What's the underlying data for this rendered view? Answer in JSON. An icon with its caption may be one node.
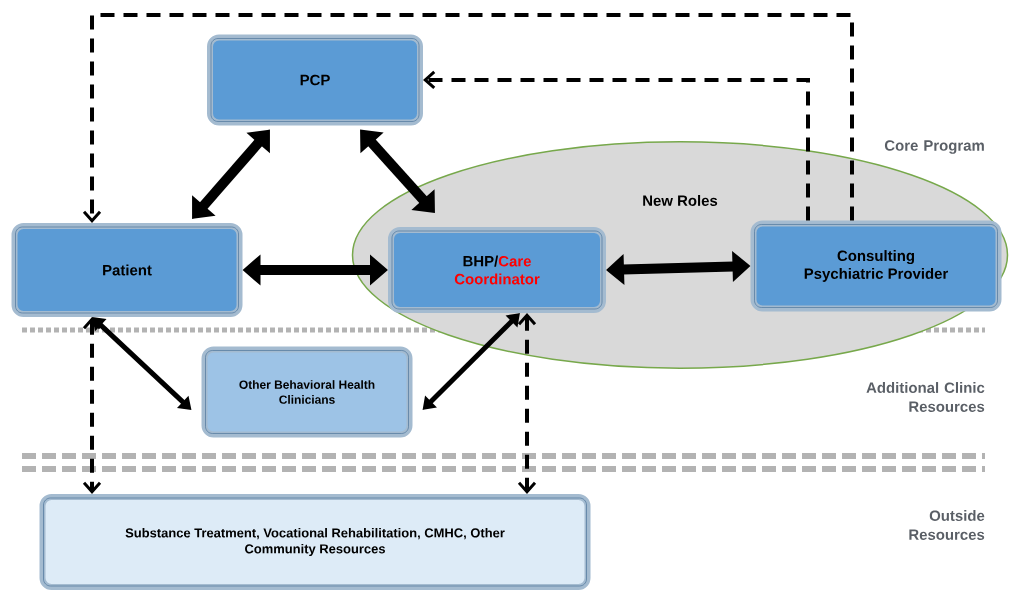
{
  "diagram": {
    "nodes": [
      {
        "text": [
          "PCP"
        ]
      },
      {
        "text": [
          "Patient"
        ]
      },
      {
        "text": [
          "New Roles"
        ]
      },
      {
        "text": [
          "BHP/",
          "Care Coordinator"
        ],
        "in": 2
      },
      {
        "text": [
          "Consulting Psychiatric Provider"
        ],
        "in": 2
      },
      {
        "text": [
          "Other Behavioral Health Clinicians"
        ]
      },
      {
        "text": [
          "Substance Treatment, Vocational Rehabilitation, CMHC, Other Community Resources"
        ]
      }
    ],
    "edges": [
      {
        "from": 1,
        "to": 0,
        "arrow": "both",
        "style": "thick"
      },
      {
        "from": 0,
        "to": 3,
        "arrow": "both",
        "style": "thick"
      },
      {
        "from": 1,
        "to": 3,
        "arrow": "both",
        "style": "thick"
      },
      {
        "from": 3,
        "to": 4,
        "arrow": "both",
        "style": "thick"
      },
      {
        "from": 4,
        "to": 0,
        "arrow": "to",
        "style": "dashed"
      },
      {
        "from": 4,
        "to": 1,
        "arrow": "to",
        "style": "dashed"
      },
      {
        "from": 1,
        "to": 5,
        "arrow": "both"
      },
      {
        "from": 3,
        "to": 5,
        "arrow": "both"
      },
      {
        "from": 1,
        "to": 6,
        "arrow": "both",
        "style": "dashed"
      },
      {
        "from": 3,
        "to": 6,
        "arrow": "both",
        "style": "dashed"
      }
    ],
    "labels": [
      "Core Program",
      "Additional Clinic Resources",
      "Outside Resources"
    ]
  }
}
